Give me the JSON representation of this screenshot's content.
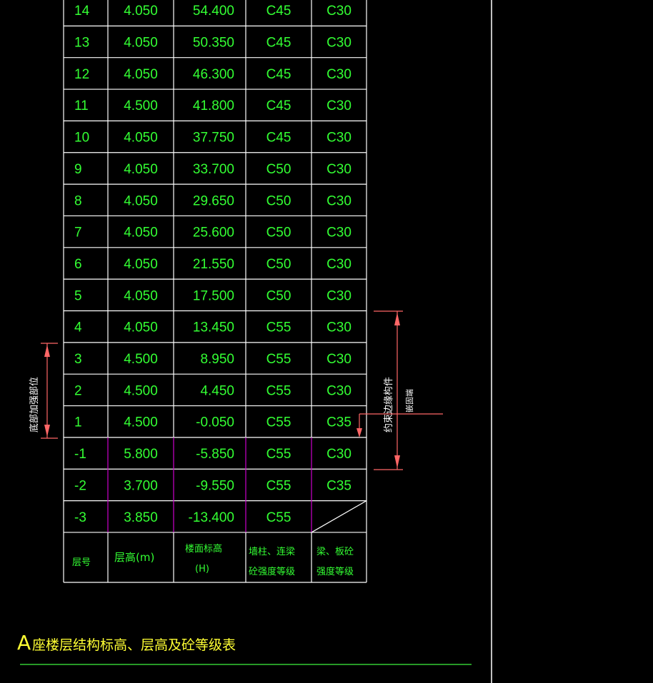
{
  "table": {
    "rows": [
      {
        "floor": "14",
        "height": "4.050",
        "elevation": "54.400",
        "wall_grade": "C45",
        "beam_grade": "C30"
      },
      {
        "floor": "13",
        "height": "4.050",
        "elevation": "50.350",
        "wall_grade": "C45",
        "beam_grade": "C30"
      },
      {
        "floor": "12",
        "height": "4.050",
        "elevation": "46.300",
        "wall_grade": "C45",
        "beam_grade": "C30"
      },
      {
        "floor": "11",
        "height": "4.500",
        "elevation": "41.800",
        "wall_grade": "C45",
        "beam_grade": "C30"
      },
      {
        "floor": "10",
        "height": "4.050",
        "elevation": "37.750",
        "wall_grade": "C45",
        "beam_grade": "C30"
      },
      {
        "floor": "9",
        "height": "4.050",
        "elevation": "33.700",
        "wall_grade": "C50",
        "beam_grade": "C30"
      },
      {
        "floor": "8",
        "height": "4.050",
        "elevation": "29.650",
        "wall_grade": "C50",
        "beam_grade": "C30"
      },
      {
        "floor": "7",
        "height": "4.050",
        "elevation": "25.600",
        "wall_grade": "C50",
        "beam_grade": "C30"
      },
      {
        "floor": "6",
        "height": "4.050",
        "elevation": "21.550",
        "wall_grade": "C50",
        "beam_grade": "C30"
      },
      {
        "floor": "5",
        "height": "4.050",
        "elevation": "17.500",
        "wall_grade": "C50",
        "beam_grade": "C30"
      },
      {
        "floor": "4",
        "height": "4.050",
        "elevation": "13.450",
        "wall_grade": "C55",
        "beam_grade": "C30"
      },
      {
        "floor": "3",
        "height": "4.500",
        "elevation": "8.950",
        "wall_grade": "C55",
        "beam_grade": "C30"
      },
      {
        "floor": "2",
        "height": "4.500",
        "elevation": "4.450",
        "wall_grade": "C55",
        "beam_grade": "C30"
      },
      {
        "floor": "1",
        "height": "4.500",
        "elevation": "-0.050",
        "wall_grade": "C55",
        "beam_grade": "C35"
      },
      {
        "floor": "-1",
        "height": "5.800",
        "elevation": "-5.850",
        "wall_grade": "C55",
        "beam_grade": "C30"
      },
      {
        "floor": "-2",
        "height": "3.700",
        "elevation": "-9.550",
        "wall_grade": "C55",
        "beam_grade": "C35"
      },
      {
        "floor": "-3",
        "height": "3.850",
        "elevation": "-13.400",
        "wall_grade": "C55",
        "beam_grade": ""
      }
    ],
    "headers": {
      "floor": "层号",
      "height": "层高(m)",
      "elevation_line1": "楼面标高",
      "elevation_line2": "(H)",
      "wall_line1": "墙柱、连梁",
      "wall_line2": "砼强度等级",
      "beam_line1": "梁、板砼",
      "beam_line2": "强度等级"
    }
  },
  "annotations": {
    "left_dimension_label": "底部加强部位",
    "right_dimension_label": "约束边缘构件",
    "leader_label": "嵌固端"
  },
  "title": {
    "letter": "A",
    "text": "座楼层结构标高、层高及砼等级表"
  },
  "colors": {
    "background": "#000000",
    "grid": "#ffffff",
    "text": "#33ff33",
    "basement_lines": "#cc00cc",
    "dimension": "#ff6666",
    "title": "#ffff33",
    "title_underline": "#33cc33"
  }
}
